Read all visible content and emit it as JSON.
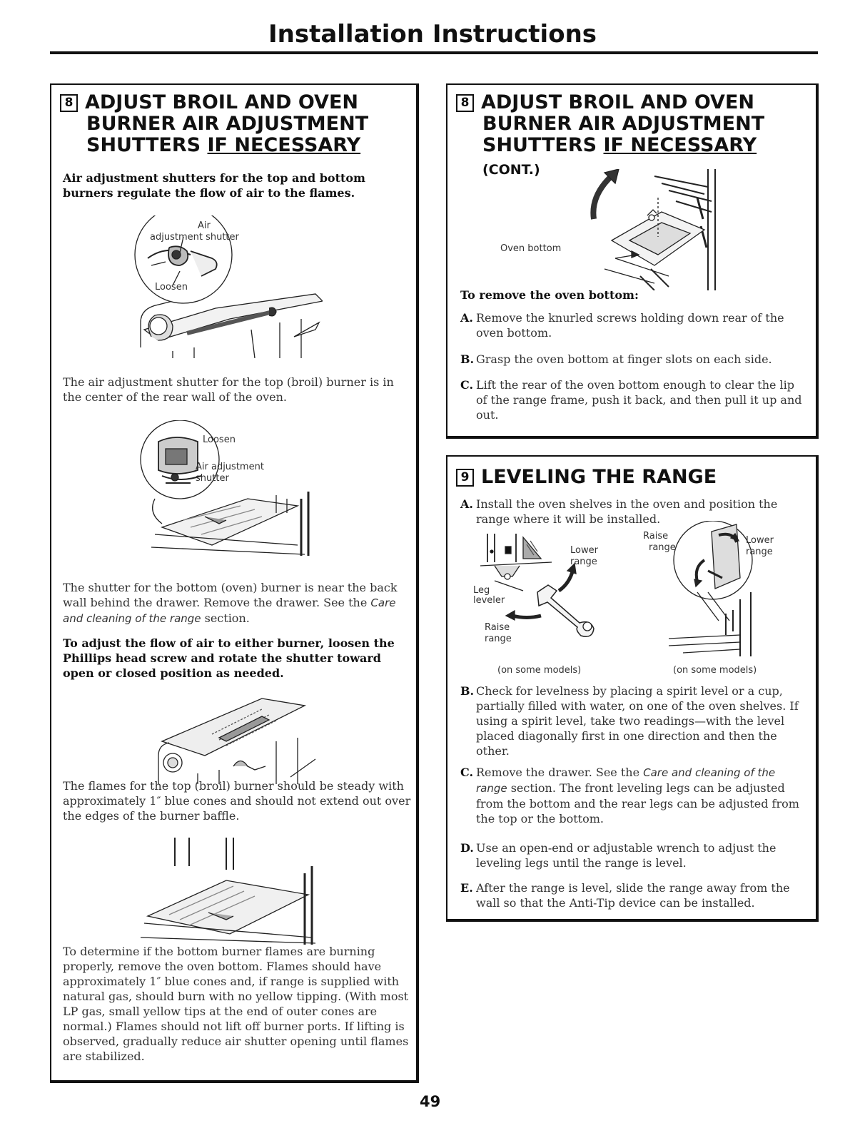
{
  "page": {
    "title": "Installation Instructions",
    "number": "49"
  },
  "left": {
    "heading_num": "8",
    "heading_line1": "ADJUST BROIL AND OVEN",
    "heading_line2": "BURNER AIR ADJUSTMENT",
    "heading_line3a": "SHUTTERS ",
    "heading_line3b": "IF NECESSARY",
    "intro": "Air adjustment shutters for the top and bottom burners regulate the flow of air to the flames.",
    "fig1": {
      "label_top_a": "Air",
      "label_top_b": "adjustment shutter",
      "label_bottom": "Loosen"
    },
    "p1": "The air adjustment shutter for the top (broil) burner is in the center of the rear wall of the oven.",
    "fig2": {
      "label_loosen": "Loosen",
      "label_shutter_a": "Air adjustment",
      "label_shutter_b": "shutter"
    },
    "p2a": "The shutter for the bottom (oven) burner is near the back wall behind the drawer. Remove the drawer. See the ",
    "p2_italic": "Care and cleaning of the range",
    "p2b": " section.",
    "p3": "To adjust the flow of air to either burner, loosen the Phillips head screw and rotate the shutter toward open or closed position as needed.",
    "p4": "The flames for the top (broil) burner should be steady with approximately 1″ blue cones and should not extend out over the edges of the burner baffle.",
    "p5": "To determine if the bottom burner flames are burning properly, remove the oven bottom. Flames should have approximately 1″ blue cones and, if range is supplied with natural gas, should burn with no yellow tipping. (With most LP gas, small yellow tips at the end of outer cones are normal.) Flames should not lift off burner ports. If lifting is observed, gradually reduce air shutter opening until flames are stabilized."
  },
  "right_top": {
    "heading_num": "8",
    "heading_line1": "ADJUST BROIL AND OVEN",
    "heading_line2": "BURNER AIR ADJUSTMENT",
    "heading_line3a": "SHUTTERS ",
    "heading_line3b": "IF NECESSARY",
    "heading_cont": " (CONT.)",
    "fig_label": "Oven bottom",
    "subhead": "To remove the oven bottom:",
    "steps": [
      {
        "key": "A.",
        "text": "Remove the knurled screws holding down rear of the oven bottom."
      },
      {
        "key": "B.",
        "text": "Grasp the oven bottom at finger slots on each side."
      },
      {
        "key": "C.",
        "text": "Lift the rear of the oven bottom enough to clear the lip of the range frame, push it back, and then pull it up and out."
      }
    ]
  },
  "right_bottom": {
    "heading_num": "9",
    "heading": "LEVELING THE RANGE",
    "stepA_key": "A.",
    "stepA": "Install the oven shelves in the oven and position the range where it will be installed.",
    "fig_left": {
      "lower": "Lower",
      "range1": "range",
      "leg": "Leg",
      "leveler": "leveler",
      "raise": "Raise",
      "range2": "range",
      "note": "(on some models)"
    },
    "fig_right": {
      "raise": "Raise",
      "range1": "range",
      "lower": "Lower",
      "range2": "range",
      "note": "(on some models)"
    },
    "stepB_key": "B.",
    "stepB": "Check for levelness by placing a spirit level or a cup, partially filled with water, on one of the oven shelves. If using a spirit level, take two readings—with the level placed diagonally first in one direction and then the other.",
    "stepC_key": "C.",
    "stepC_a": "Remove the drawer. See the ",
    "stepC_italic": "Care and cleaning of the range",
    "stepC_b": " section. The front leveling legs can be adjusted from the bottom and the rear legs can be adjusted from the top or the bottom.",
    "stepD_key": "D.",
    "stepD": "Use an open-end or adjustable wrench to adjust the leveling legs until the range is level.",
    "stepE_key": "E.",
    "stepE": "After the range is level, slide the range away from the wall so that the Anti-Tip device can be installed."
  }
}
